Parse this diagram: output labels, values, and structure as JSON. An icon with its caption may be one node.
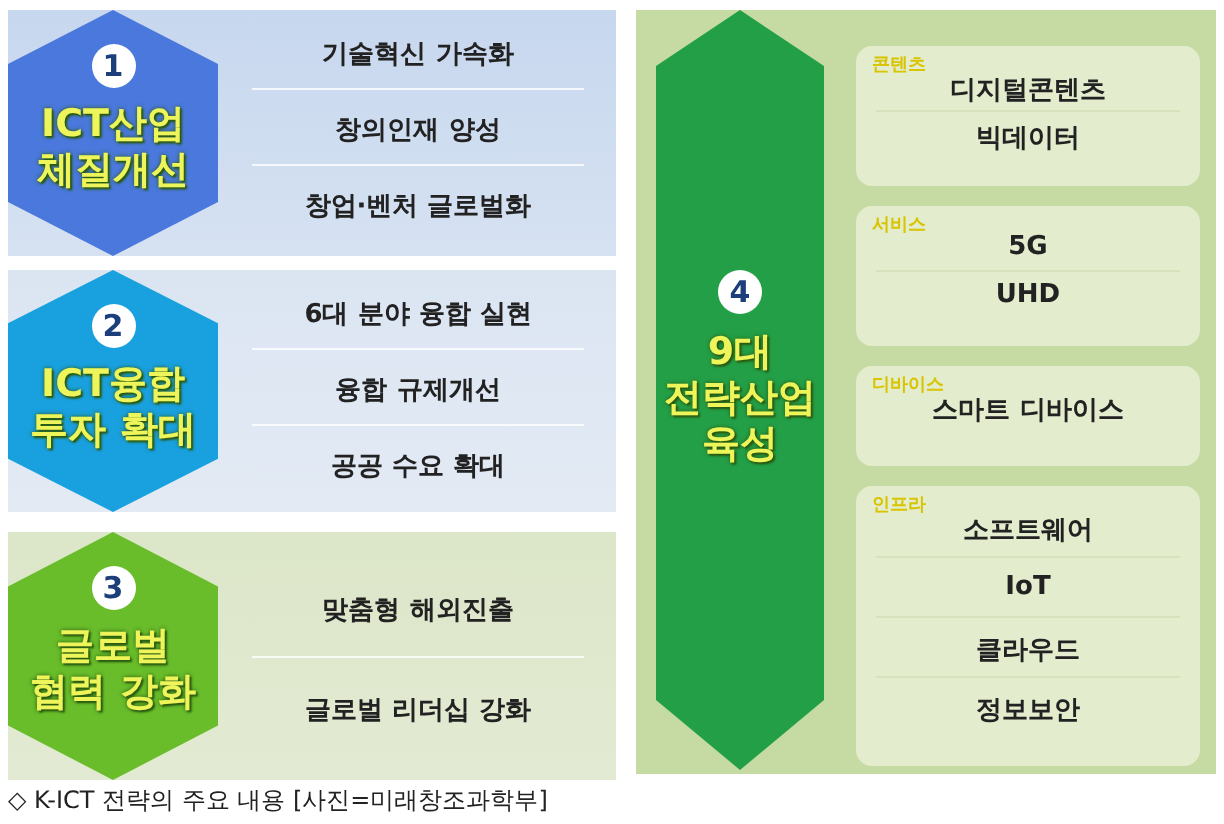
{
  "diagram": {
    "caption": "◇ K-ICT 전략의 주요 내용 [사진=미래창조과학부]",
    "nodes": [
      {
        "text": [
          "기술혁신 가속화",
          "창의인재 양성",
          "창업·벤처 글로벌화"
        ]
      },
      {
        "text": [
          "1",
          "ICT산업 체질개선"
        ],
        "in": 0
      },
      {
        "text": [
          "6대 분야 융합 실현",
          "융합 규제개선",
          "공공 수요 확대"
        ]
      },
      {
        "text": [
          "2",
          "ICT융합 투자 확대"
        ],
        "in": 2
      },
      {
        "text": [
          "맞춤형 해외진출",
          "글로벌 리더십 강화"
        ]
      },
      {
        "text": [
          "3",
          "글로벌 협력 강화"
        ],
        "in": 4
      },
      {
        "text": [],
        "shape": "box"
      },
      {
        "text": [
          "4",
          "9대 전략산업 육성"
        ],
        "in": 6
      },
      {
        "text": [
          "콘텐츠",
          "디지털콘텐츠",
          "빅데이터"
        ],
        "in": 6
      },
      {
        "text": [
          "서비스",
          "5G",
          "UHD"
        ],
        "in": 6
      },
      {
        "text": [
          "디바이스",
          "스마트 디바이스"
        ],
        "in": 6
      },
      {
        "text": [
          "인프라",
          "소프트웨어",
          "IoT",
          "클라우드",
          "정보보안"
        ],
        "in": 6
      }
    ]
  }
}
